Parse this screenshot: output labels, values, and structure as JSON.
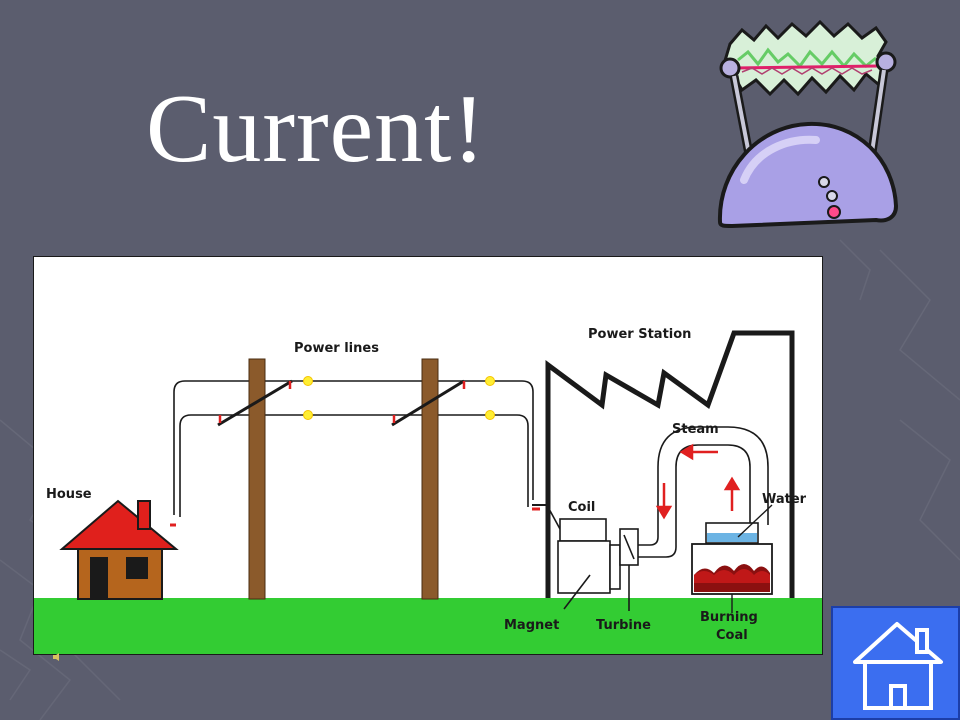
{
  "slide": {
    "title": "Current!"
  },
  "diagram": {
    "labels": {
      "power_lines": "Power lines",
      "power_station": "Power Station",
      "steam": "Steam",
      "house": "House",
      "coil": "Coil",
      "water": "Water",
      "magnet": "Magnet",
      "turbine": "Turbine",
      "burning_coal_line1": "Burning",
      "burning_coal_line2": "Coal"
    }
  },
  "colors": {
    "background": "#5b5d6e",
    "ground": "#33cc33",
    "house_roof": "#e0201c",
    "house_wall": "#b5651d",
    "pole": "#8b5a2b",
    "arrow": "#e02020",
    "water": "#6cb4e4",
    "home_button": "#3b6ef0"
  },
  "icons": {
    "gadget": "electric-current-gadget-icon",
    "home": "home-icon"
  }
}
